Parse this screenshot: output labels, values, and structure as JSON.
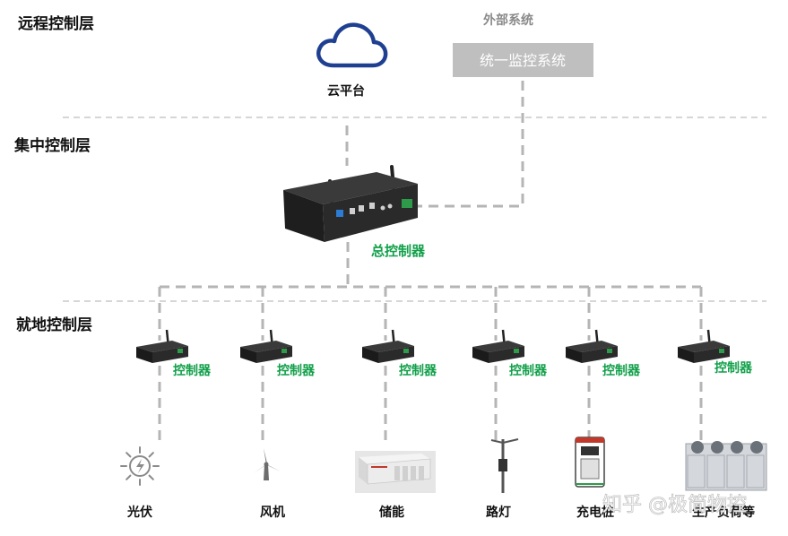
{
  "layers": {
    "remote": "远程控制层",
    "central": "集中控制层",
    "local": "就地控制层"
  },
  "cloud": {
    "label": "云平台",
    "icon": "cloud-icon",
    "color": "#1f3f91"
  },
  "external": {
    "title": "外部系统",
    "system": "统一监控系统",
    "box_color": "#bfbfbf"
  },
  "master": {
    "label": "总控制器",
    "icon": "controller-device-icon"
  },
  "local_controllers": [
    {
      "label": "控制器"
    },
    {
      "label": "控制器"
    },
    {
      "label": "控制器"
    },
    {
      "label": "控制器"
    },
    {
      "label": "控制器"
    },
    {
      "label": "控制器"
    }
  ],
  "devices": [
    {
      "label": "光伏",
      "icon": "solar-icon"
    },
    {
      "label": "风机",
      "icon": "wind-turbine-icon"
    },
    {
      "label": "储能",
      "icon": "energy-storage-icon"
    },
    {
      "label": "路灯",
      "icon": "street-light-icon"
    },
    {
      "label": "充电桩",
      "icon": "charging-pile-icon"
    },
    {
      "label": "生产负荷等",
      "icon": "production-load-icon"
    }
  ],
  "watermark": "知乎 @极简物控",
  "colors": {
    "accent_green": "#12a04a",
    "dash": "#b5b5b5",
    "cloud": "#1f3f91"
  }
}
